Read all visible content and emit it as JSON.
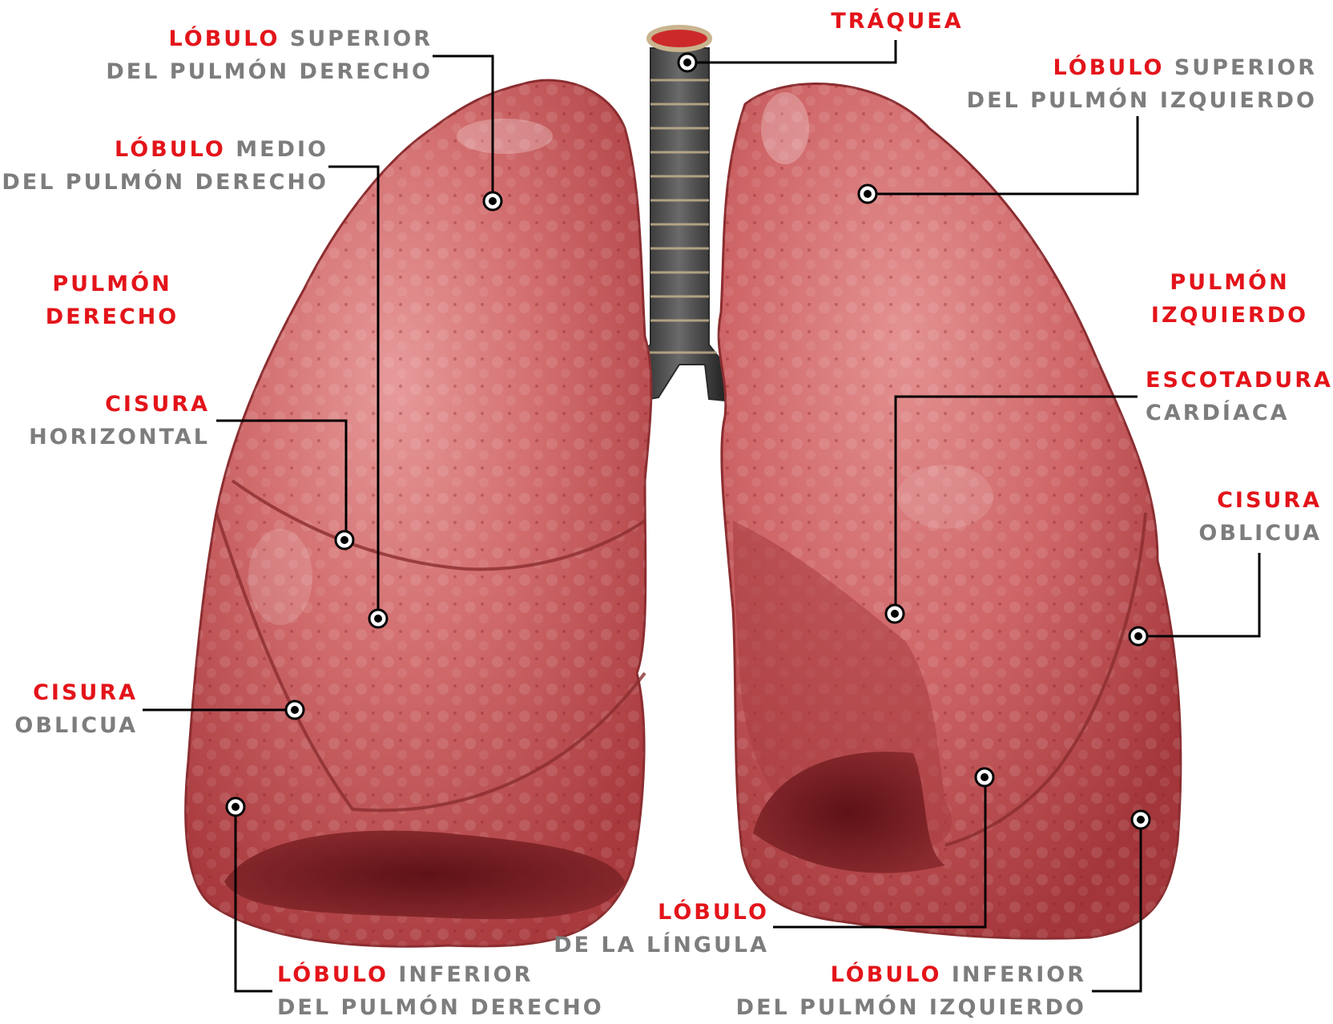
{
  "colors": {
    "label_accent": "#e3141a",
    "label_secondary": "#7d7d7d",
    "lung_tissue": "#c9585a",
    "trachea": "#3f3f3f",
    "leader_line": "#000000"
  },
  "labels": {
    "traquea": {
      "term": "TRÁQUEA"
    },
    "lobulo_superior_derecho": {
      "term": "LÓBULO",
      "rest": "SUPERIOR",
      "line2": "DEL PULMÓN DERECHO"
    },
    "lobulo_medio_derecho": {
      "term": "LÓBULO",
      "rest": "MEDIO",
      "line2": "DEL PULMÓN DERECHO"
    },
    "pulmon_derecho": {
      "line1": "PULMÓN",
      "line2": "DERECHO"
    },
    "cisura_horizontal": {
      "term": "CISURA",
      "line2": "HORIZONTAL"
    },
    "cisura_oblicua_derecha": {
      "term": "CISURA",
      "line2": "OBLICUA"
    },
    "lobulo_inferior_derecho": {
      "term": "LÓBULO",
      "rest": "INFERIOR",
      "line2": "DEL PULMÓN DERECHO"
    },
    "lobulo_superior_izquierdo": {
      "term": "LÓBULO",
      "rest": "SUPERIOR",
      "line2": "DEL PULMÓN IZQUIERDO"
    },
    "pulmon_izquierdo": {
      "line1": "PULMÓN",
      "line2": "IZQUIERDO"
    },
    "escotadura_cardiaca": {
      "term": "ESCOTADURA",
      "line2": "CARDÍACA"
    },
    "cisura_oblicua_izquierda": {
      "term": "CISURA",
      "line2": "OBLICUA"
    },
    "lobulo_lingula": {
      "term": "LÓBULO",
      "line2": "DE LA LÍNGULA"
    },
    "lobulo_inferior_izquierdo": {
      "term": "LÓBULO",
      "rest": "INFERIOR",
      "line2": "DEL PULMÓN IZQUIERDO"
    }
  }
}
